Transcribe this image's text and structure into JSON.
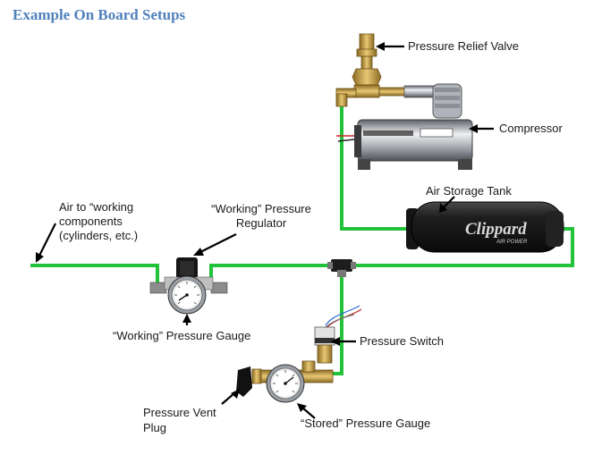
{
  "title": "Example On Board Setups",
  "labels": {
    "pressure_relief_valve": "Pressure Relief Valve",
    "compressor": "Compressor",
    "air_storage_tank": "Air Storage Tank",
    "air_to_working": [
      "Air to “working",
      "components",
      "(cylinders, etc.)"
    ],
    "working_pressure_regulator": [
      "“Working” Pressure",
      "Regulator"
    ],
    "working_pressure_gauge": "“Working” Pressure Gauge",
    "pressure_switch": "Pressure Switch",
    "pressure_vent_plug": [
      "Pressure Vent",
      "Plug"
    ],
    "stored_pressure_gauge": "“Stored” Pressure Gauge",
    "tank_brand": "Clippard",
    "tank_brand_sub": "AIR POWER"
  },
  "colors": {
    "title": "#4f81bd",
    "tubing": "#22c23a",
    "brass": "#c9a24a",
    "compressor_body": "#b8bcc2",
    "tank": "#1b1b1b"
  }
}
